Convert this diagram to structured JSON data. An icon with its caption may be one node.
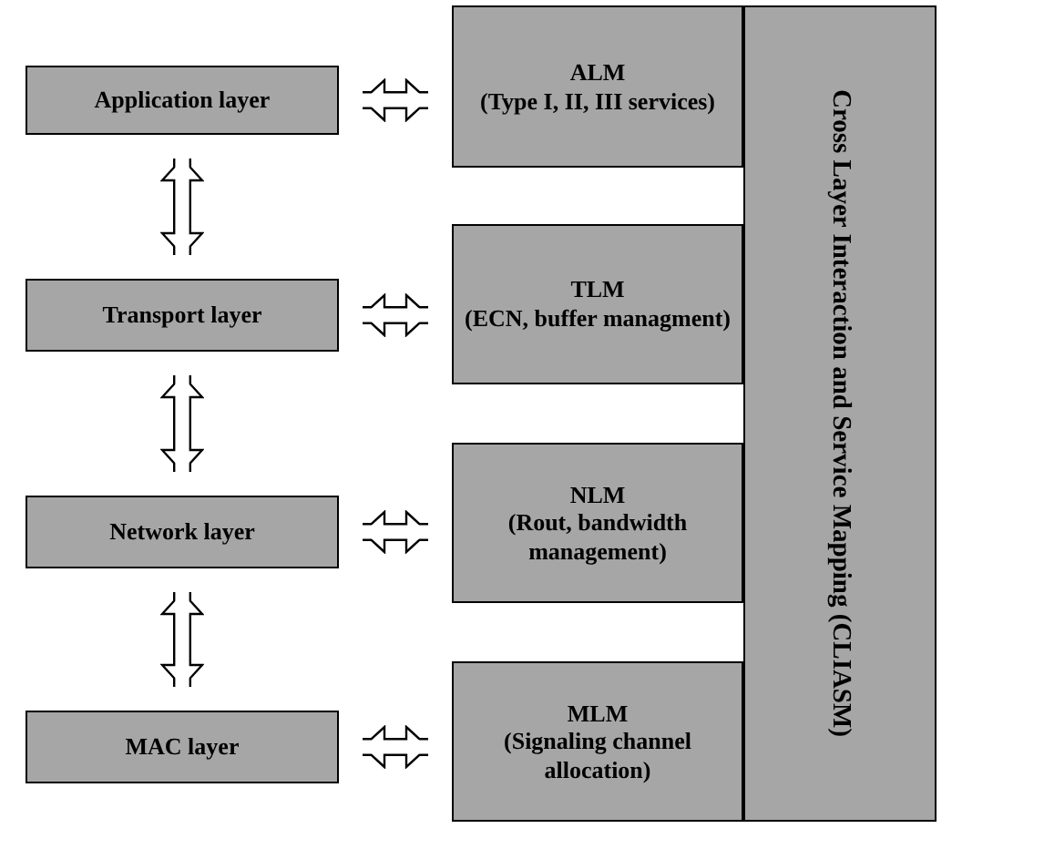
{
  "diagram": {
    "nodes": [
      {
        "text": [
          "Application layer"
        ]
      },
      {
        "text": [
          "Transport layer"
        ]
      },
      {
        "text": [
          "Network layer"
        ]
      },
      {
        "text": [
          "MAC layer"
        ]
      },
      {
        "text": [
          "ALM",
          "(Type I, II, III services)"
        ]
      },
      {
        "text": [
          "TLM",
          "(ECN, buffer managment)"
        ]
      },
      {
        "text": [
          "NLM",
          "(Rout, bandwidth management)"
        ]
      },
      {
        "text": [
          "MLM",
          "(Signaling channel allocation)"
        ]
      },
      {
        "text": [
          "Cross Layer Interaction and Service Mapping (CLIASM)"
        ]
      }
    ],
    "edges": [
      {
        "from": 0,
        "to": 4,
        "arrow": "both"
      },
      {
        "from": 0,
        "to": 1,
        "arrow": "both"
      },
      {
        "from": 1,
        "to": 5,
        "arrow": "both"
      },
      {
        "from": 1,
        "to": 2,
        "arrow": "both"
      },
      {
        "from": 2,
        "to": 6,
        "arrow": "both"
      },
      {
        "from": 2,
        "to": 3,
        "arrow": "both"
      },
      {
        "from": 3,
        "to": 7,
        "arrow": "both"
      }
    ]
  }
}
